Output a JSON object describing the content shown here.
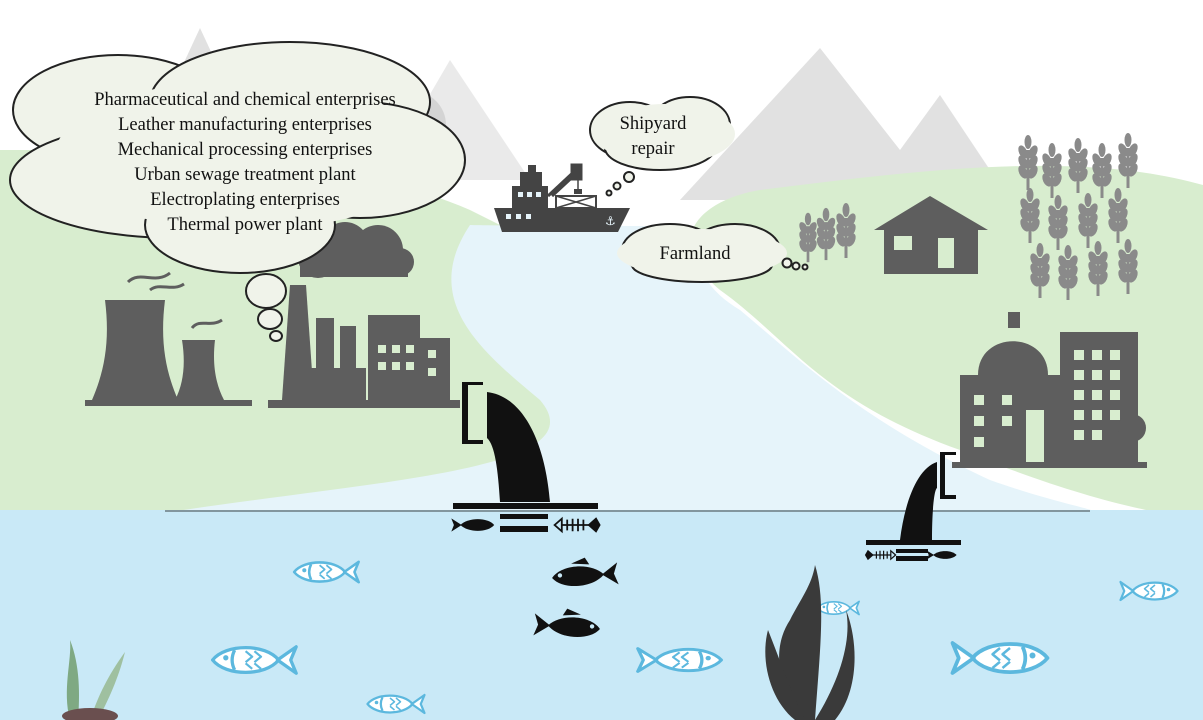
{
  "colors": {
    "water": "#c9e9f7",
    "river": "#e6f4fa",
    "land": "#d8edcf",
    "mountain": "#e1e1e1",
    "building": "#5e5e5e",
    "pipe": "#111111",
    "live_fish": "#5cb8de",
    "cloud_fill": "#f0f3ea",
    "cloud_stroke": "#222222"
  },
  "clouds": {
    "industry": {
      "lines": [
        "Pharmaceutical and chemical enterprises",
        "Leather manufacturing enterprises",
        "Mechanical processing enterprises",
        "Urban sewage treatment plant",
        "Electroplating enterprises",
        "Thermal power plant"
      ]
    },
    "shipyard": {
      "lines": [
        "Shipyard",
        "repair"
      ]
    },
    "farmland": {
      "lines": [
        "Farmland"
      ]
    }
  },
  "icons": [
    "mountain-icon",
    "cooling-tower-icon",
    "factory-icon",
    "smoke-icon",
    "ship-icon",
    "crane-icon",
    "wheat-icon",
    "house-icon",
    "city-building-icon",
    "tree-icon",
    "outfall-pipe-icon",
    "dead-fish-icon",
    "fish-skeleton-icon",
    "fish-icon",
    "seaweed-icon"
  ]
}
